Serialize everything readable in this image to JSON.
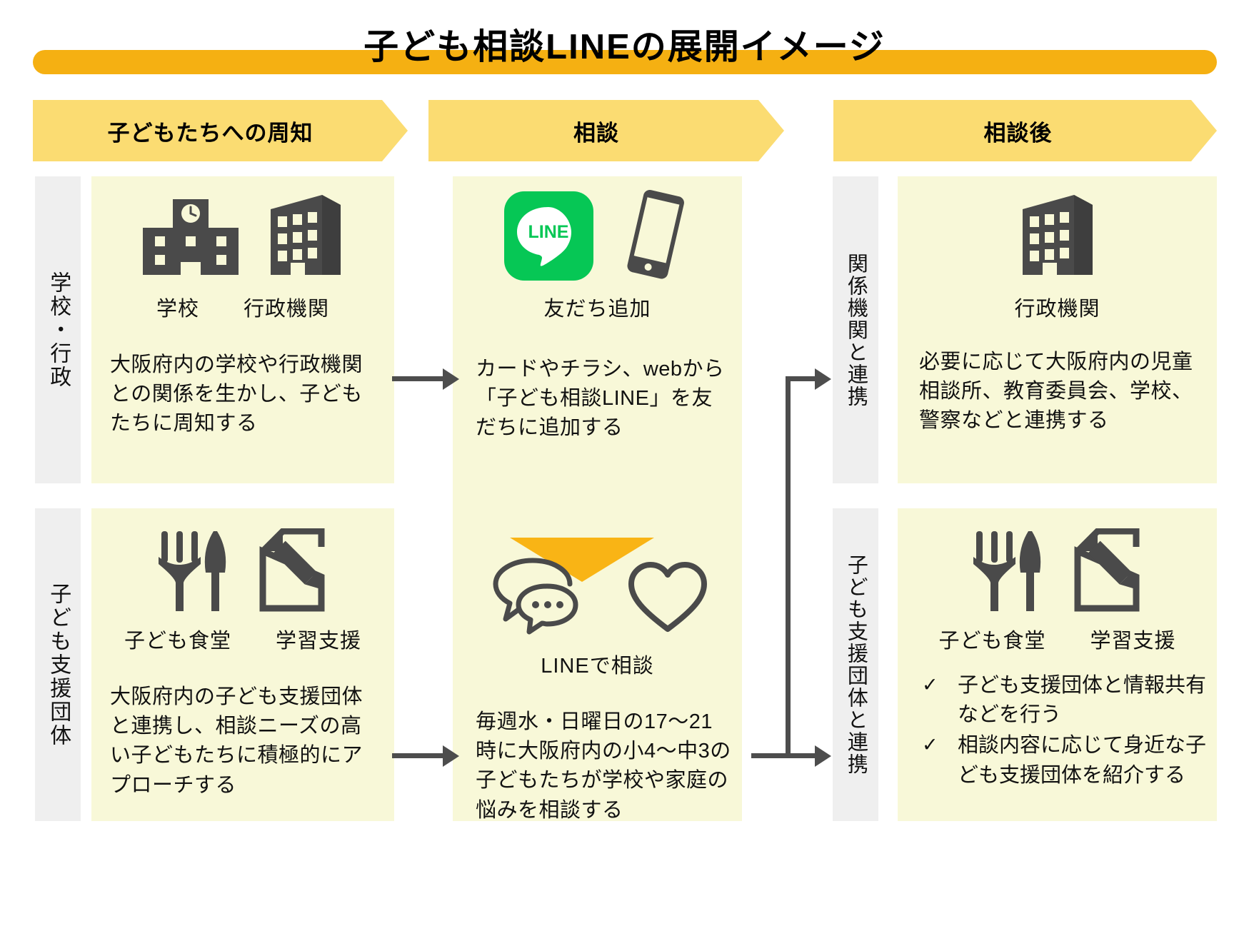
{
  "title": "子ども相談LINEの展開イメージ",
  "colors": {
    "title_bar": "#F5B012",
    "phase_header": "#FBDC72",
    "card_bg": "#F8F8D8",
    "row_label_bg": "#EFEFEF",
    "arrow": "#4D4D4D",
    "icon": "#4A4A4A",
    "line_green": "#06C755",
    "triangle": "#F9B415"
  },
  "phases": [
    {
      "label": "子どもたちへの周知"
    },
    {
      "label": "相談"
    },
    {
      "label": "相談後"
    }
  ],
  "rows": [
    {
      "label": "学校・行政"
    },
    {
      "label": "子ども支援団体"
    }
  ],
  "link_strips": [
    {
      "label": "関係機関と連携"
    },
    {
      "label": "子ども支援団体と連携"
    }
  ],
  "cards": {
    "promotion_school": {
      "icons": [
        "school-icon",
        "government-building-icon"
      ],
      "captions": [
        "学校",
        "行政機関"
      ],
      "body": "大阪府内の学校や行政機関との関係を生かし、子どもたちに周知する"
    },
    "promotion_support": {
      "icons": [
        "cutlery-icon",
        "document-pencil-icon"
      ],
      "captions": [
        "子ども食堂",
        "学習支援"
      ],
      "body": "大阪府内の子ども支援団体と連携し、相談ニーズの高い子どもたちに積極的にアプローチする"
    },
    "consult_add_friend": {
      "icons": [
        "line-logo-icon",
        "smartphone-icon"
      ],
      "captions": [
        "友だち追加"
      ],
      "body": "カードやチラシ、webから「子ども相談LINE」を友だちに追加する"
    },
    "consult_chat": {
      "icons": [
        "speech-bubbles-icon",
        "heart-icon"
      ],
      "captions": [
        "LINEで相談"
      ],
      "body": "毎週水・日曜日の17〜21時に大阪府内の小4〜中3の子どもたちが学校や家庭の悩みを相談する"
    },
    "after_government": {
      "icons": [
        "government-building-icon"
      ],
      "captions": [
        "行政機関"
      ],
      "body": "必要に応じて大阪府内の児童相談所、教育委員会、学校、警察などと連携する"
    },
    "after_support": {
      "icons": [
        "cutlery-icon",
        "document-pencil-icon"
      ],
      "captions": [
        "子ども食堂",
        "学習支援"
      ],
      "check_mark": "✓",
      "checks": [
        "子ども支援団体と情報共有などを行う",
        "相談内容に応じて身近な子ども支援団体を紹介する"
      ]
    }
  },
  "line_logo_text": "LINE"
}
